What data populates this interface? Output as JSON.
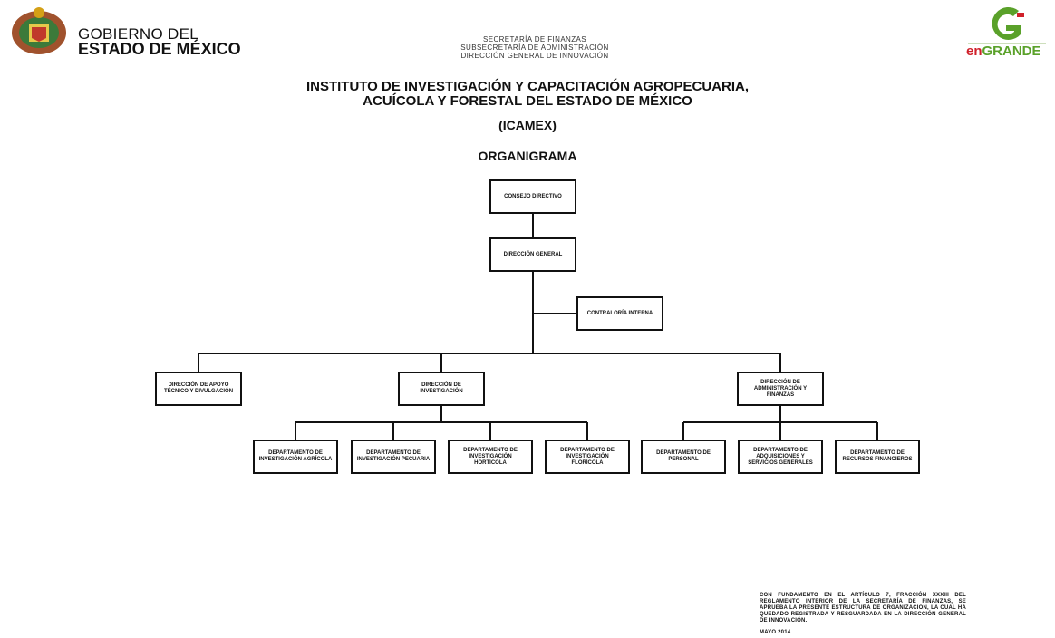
{
  "header": {
    "left_logo": {
      "icon": "coat-of-arms-icon",
      "line1": "GOBIERNO DEL",
      "line2": "ESTADO DE MÉXICO"
    },
    "center_lines": [
      "SECRETARÍA DE FINANZAS",
      "SUBSECRETARÍA DE ADMINISTRACIÓN",
      "DIRECCIÓN GENERAL DE INNOVACIÓN"
    ],
    "right_logo": {
      "icon": "engrande-logo-icon",
      "letter": "G",
      "word1": "en",
      "word2": "GRANDE",
      "color_green": "#5aa12a",
      "color_red": "#d0202a"
    }
  },
  "title": {
    "line1": "INSTITUTO DE INVESTIGACIÓN Y CAPACITACIÓN AGROPECUARIA,",
    "line2": "ACUÍCOLA Y FORESTAL DEL ESTADO DE MÉXICO",
    "acronym": "(ICAMEX)",
    "doc_type": "ORGANIGRAMA"
  },
  "org": {
    "consejo": "CONSEJO DIRECTIVO",
    "direccion_general": "DIRECCIÓN GENERAL",
    "contraloria": "CONTRALORÍA INTERNA",
    "apoyo": "DIRECCIÓN DE APOYO TÉCNICO Y DIVULGACIÓN",
    "investigacion": "DIRECCIÓN DE INVESTIGACIÓN",
    "administracion": "DIRECCIÓN DE ADMINISTRACIÓN Y FINANZAS",
    "dep_agricola": "DEPARTAMENTO DE INVESTIGACIÓN AGRÍCOLA",
    "dep_pecuaria": "DEPARTAMENTO DE INVESTIGACIÓN PECUARIA",
    "dep_horticola": "DEPARTAMENTO DE INVESTIGACIÓN HORTÍCOLA",
    "dep_floricola": "DEPARTAMENTO DE INVESTIGACIÓN FLORÍCOLA",
    "dep_personal": "DEPARTAMENTO DE PERSONAL",
    "dep_adquisiciones": "DEPARTAMENTO DE ADQUISICIONES Y SERVICIOS GENERALES",
    "dep_financieros": "DEPARTAMENTO DE RECURSOS FINANCIEROS"
  },
  "footer": {
    "note": "CON FUNDAMENTO EN EL ARTÍCULO 7, FRACCIÓN XXXIII DEL REGLAMENTO INTERIOR DE LA SECRETARÍA DE FINANZAS, SE APRUEBA LA PRESENTE ESTRUCTURA DE ORGANIZACIÓN, LA CUAL HA QUEDADO REGISTRADA Y RESGUARDADA EN LA DIRECCIÓN GENERAL DE INNOVACIÓN.",
    "date": "MAYO 2014"
  }
}
